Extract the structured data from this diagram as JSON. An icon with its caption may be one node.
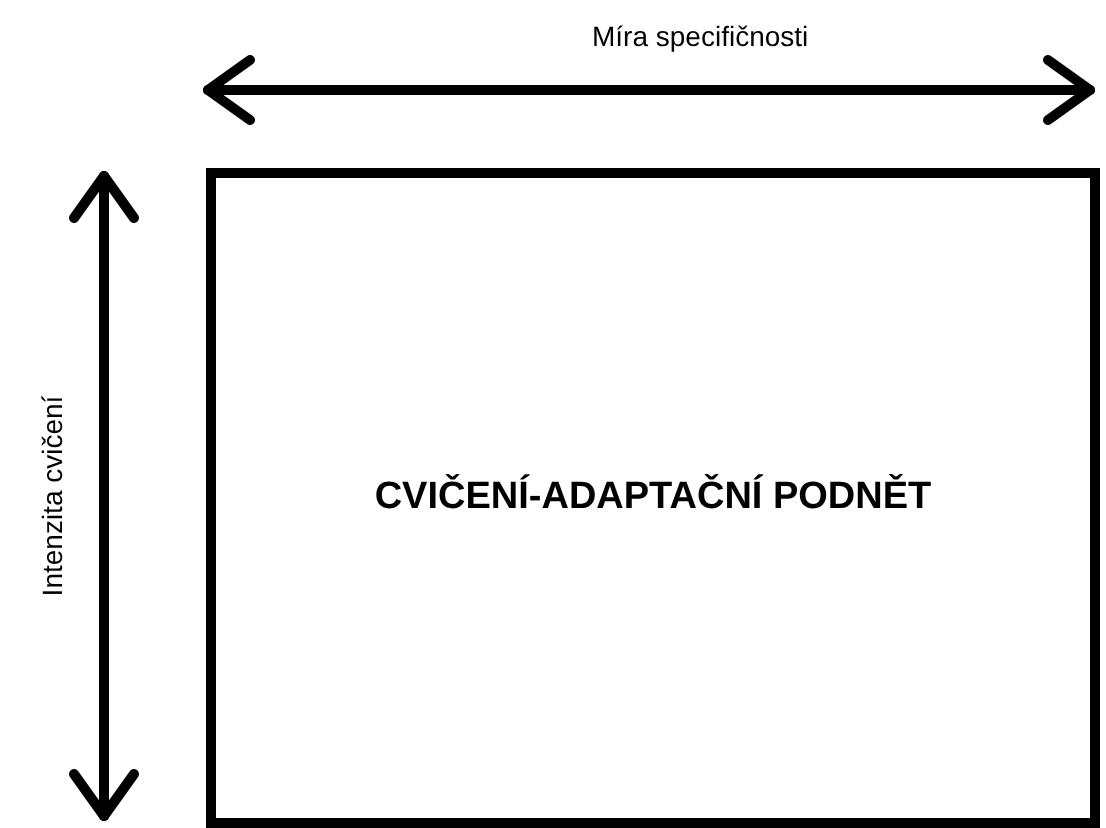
{
  "diagram": {
    "nodes": [
      {
        "text": [
          "CVIČENÍ-ADAPTAČNÍ PODNĚT"
        ]
      }
    ],
    "edges": [],
    "labels": [
      "Míra specifičnosti",
      "Intenzita cvičení"
    ]
  }
}
